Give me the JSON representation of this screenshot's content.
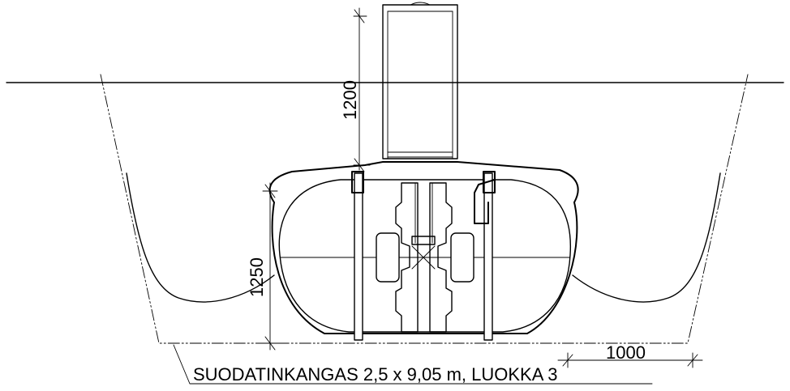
{
  "dimensions": {
    "riser_height": "1200",
    "tank_height": "1250",
    "side_clearance": "1000"
  },
  "note": "SUODATINKANGAS 2,5 x 9,05 m, LUOKKA 3"
}
